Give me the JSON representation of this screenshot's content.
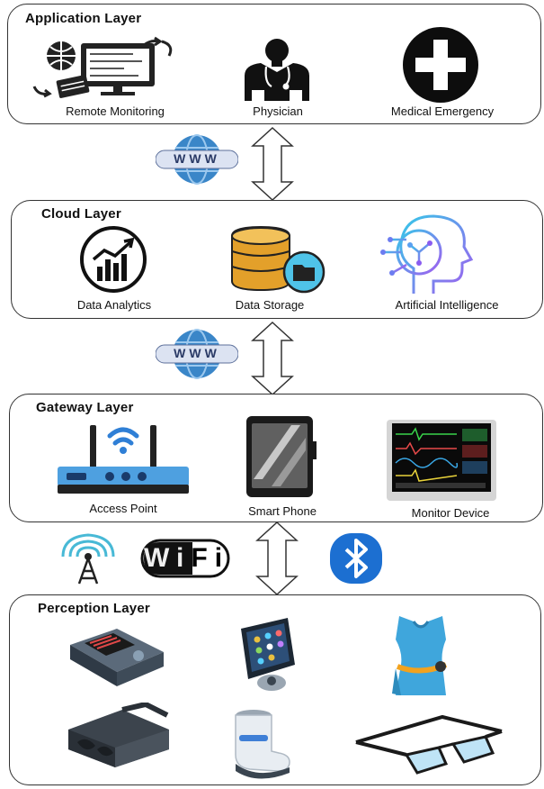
{
  "layers": {
    "application": {
      "title": "Application Layer",
      "items": [
        "Remote Monitoring",
        "Physician",
        "Medical Emergency"
      ]
    },
    "cloud": {
      "title": "Cloud Layer",
      "items": [
        "Data Analytics",
        "Data Storage",
        "Artificial Intelligence"
      ]
    },
    "gateway": {
      "title": "Gateway Layer",
      "items": [
        "Access Point",
        "Smart Phone",
        "Monitor Device"
      ]
    },
    "perception": {
      "title": "Perception Layer"
    }
  },
  "connectors": {
    "www_label": "WWW",
    "wifi_text": "WiFi"
  },
  "colors": {
    "border": "#333333",
    "www_blue": "#3a86c8",
    "bluetooth": "#1c6fd1",
    "storage_gold": "#e3a02a",
    "ai_purple": "#8a5cf0"
  }
}
